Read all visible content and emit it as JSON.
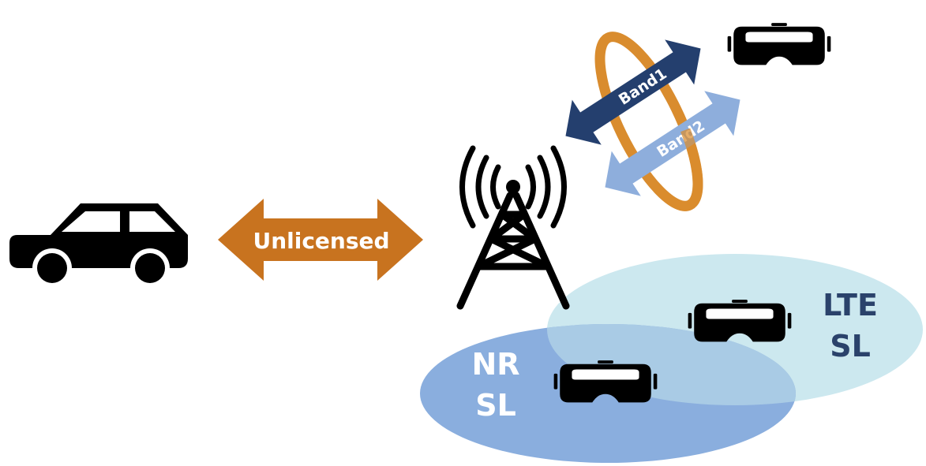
{
  "labels": {
    "unlicensed": "Unlicensed",
    "band1": "Band1",
    "band2": "Band2",
    "nr_line1": "NR",
    "nr_line2": "SL",
    "lte_line1": "LTE",
    "lte_line2": "SL"
  },
  "colors": {
    "unlicensed_arrow": "#c8731f",
    "band1_arrow": "#243f6e",
    "band2_arrow": "#8eaedc",
    "ring": "#d98c2e",
    "nr_ellipse": "#8aaede",
    "lte_ellipse": "#cce8ef",
    "overlap": "#a9cbe5",
    "nr_text": "#ffffff",
    "lte_text": "#2a426b",
    "icon": "#000000"
  },
  "icons": [
    "car-icon",
    "cell-tower-icon",
    "vr-headset-icon"
  ]
}
